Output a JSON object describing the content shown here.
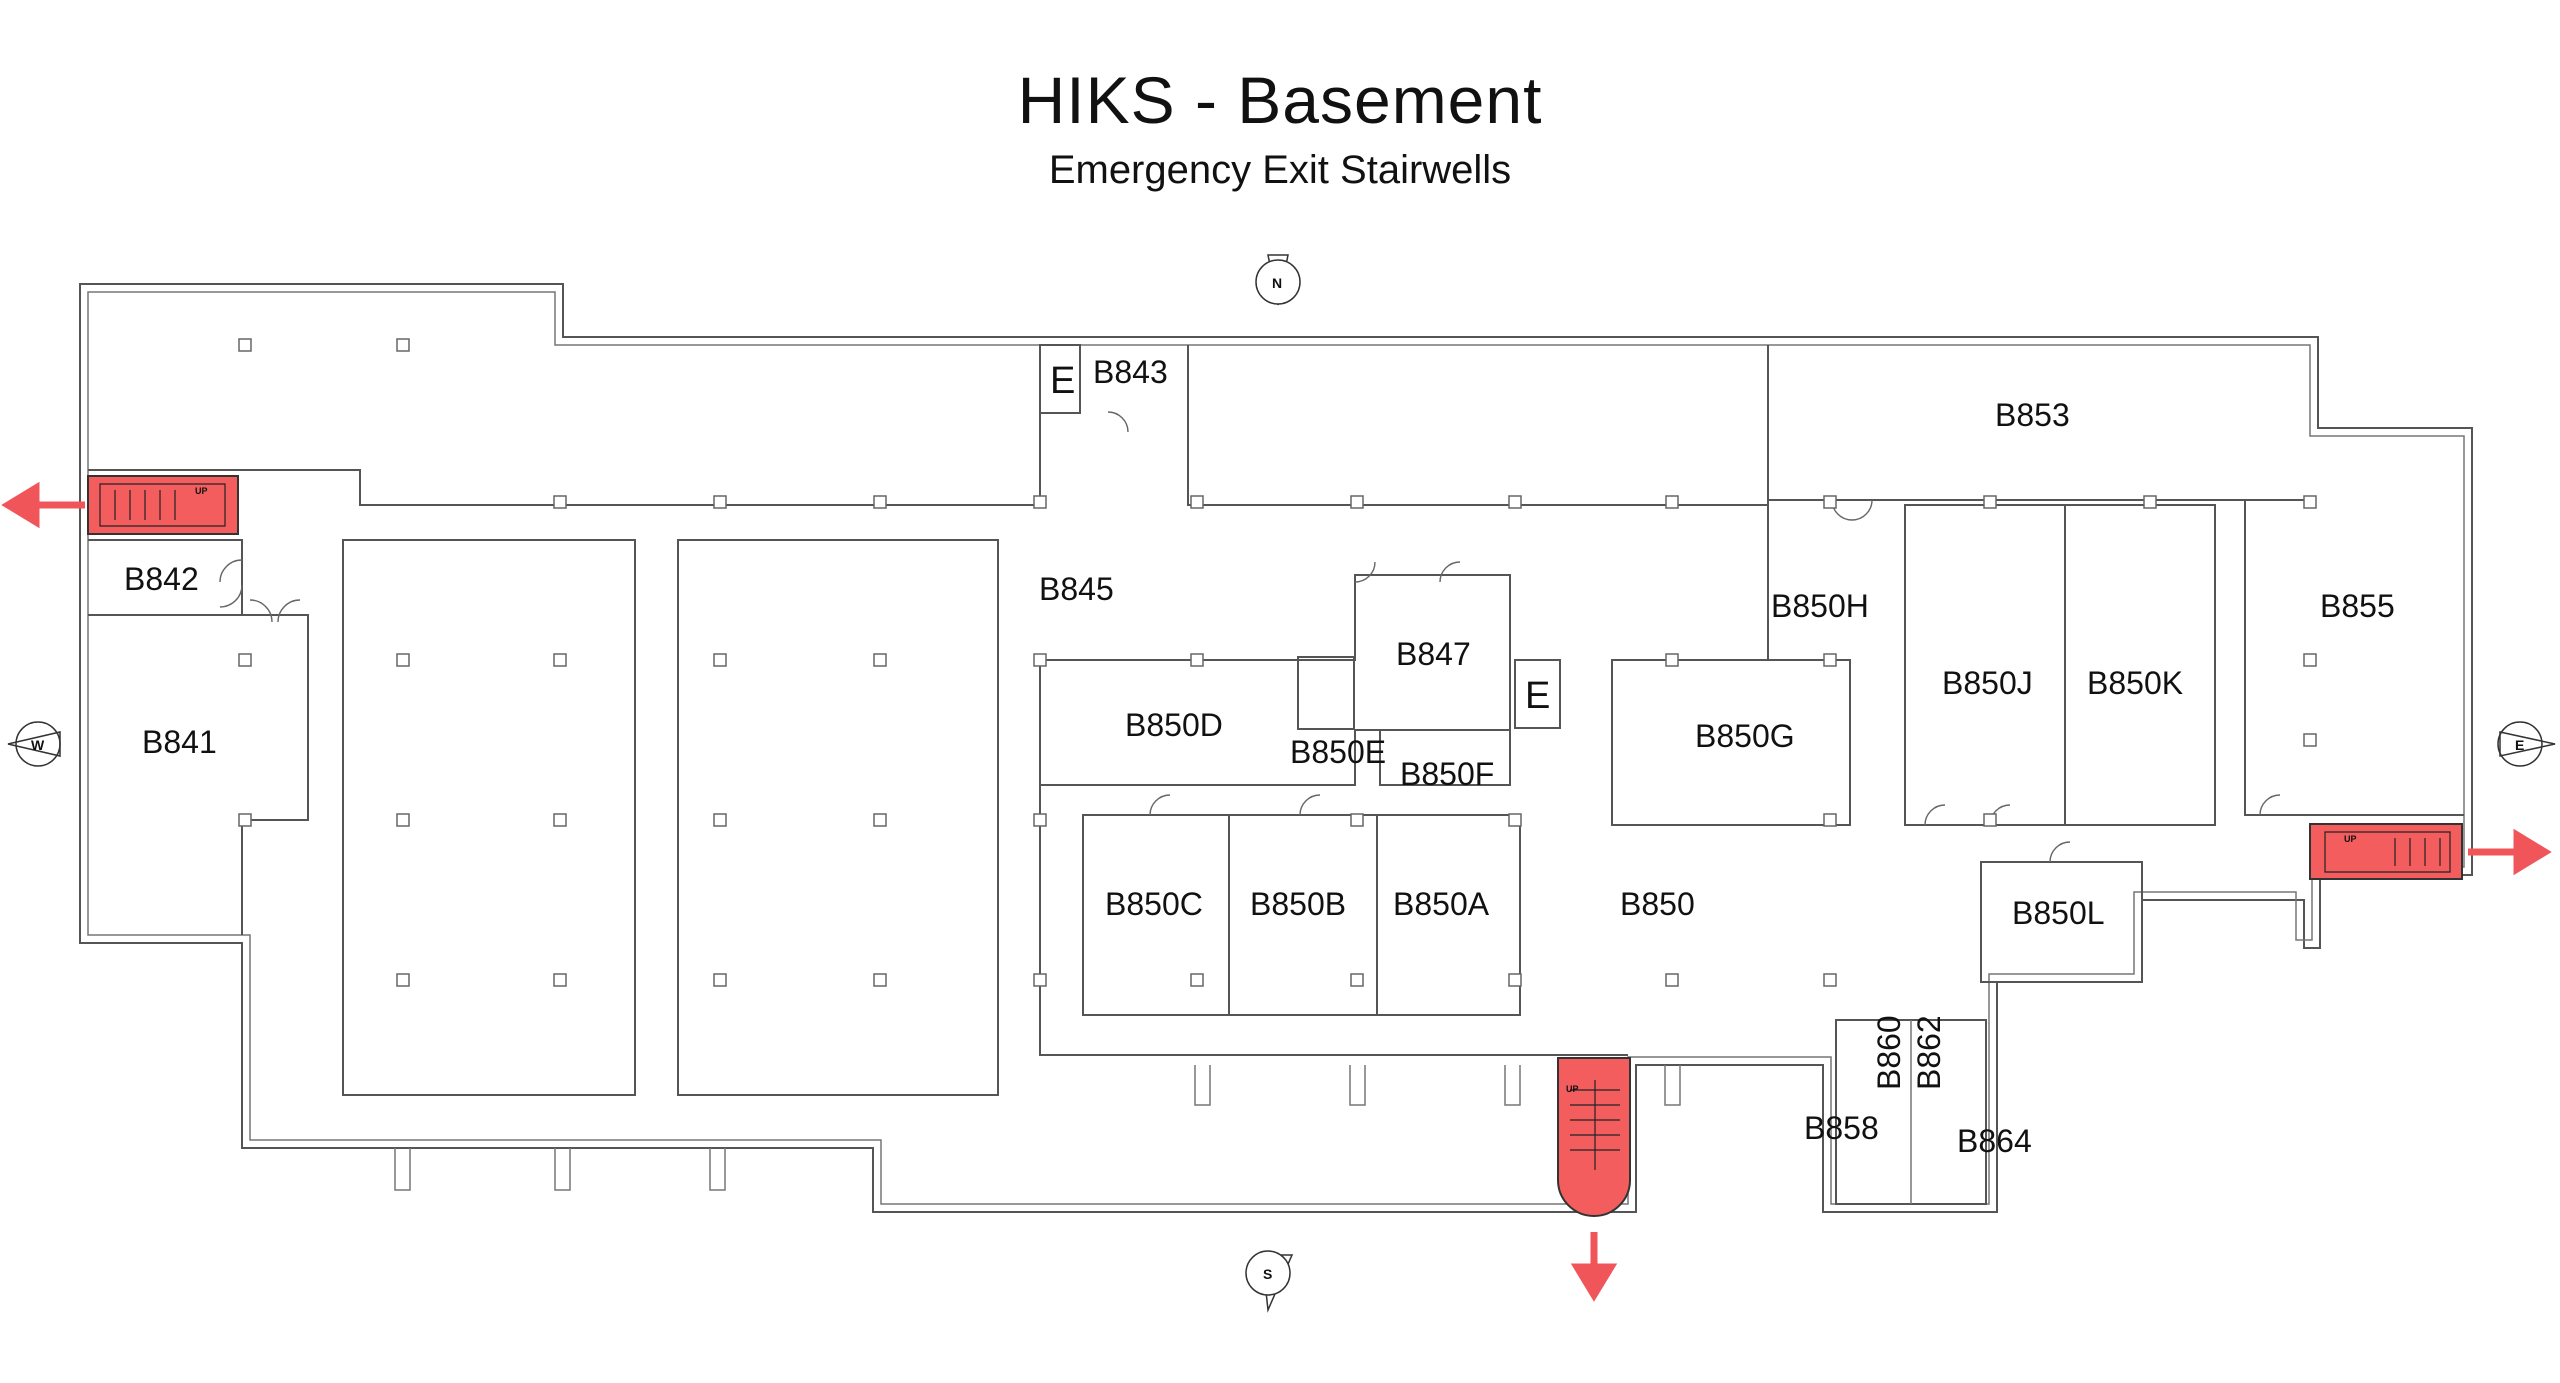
{
  "title": "HIKS - Basement",
  "subtitle": "Emergency Exit Stairwells",
  "compass": {
    "north": "N",
    "south": "S",
    "east": "E",
    "west": "W"
  },
  "elevator_label": "E",
  "stair_label": "UP",
  "rooms": {
    "b841": "B841",
    "b842": "B842",
    "b843": "B843",
    "b845": "B845",
    "b847": "B847",
    "b850": "B850",
    "b850a": "B850A",
    "b850b": "B850B",
    "b850c": "B850C",
    "b850d": "B850D",
    "b850e": "B850E",
    "b850f": "B850F",
    "b850g": "B850G",
    "b850h": "B850H",
    "b850j": "B850J",
    "b850k": "B850K",
    "b850l": "B850L",
    "b853": "B853",
    "b855": "B855",
    "b858": "B858",
    "b860": "B860",
    "b862": "B862",
    "b864": "B864"
  },
  "colors": {
    "stairwell": "#f45d5d",
    "exit_arrow": "#f0555a",
    "walls": "#555555"
  }
}
